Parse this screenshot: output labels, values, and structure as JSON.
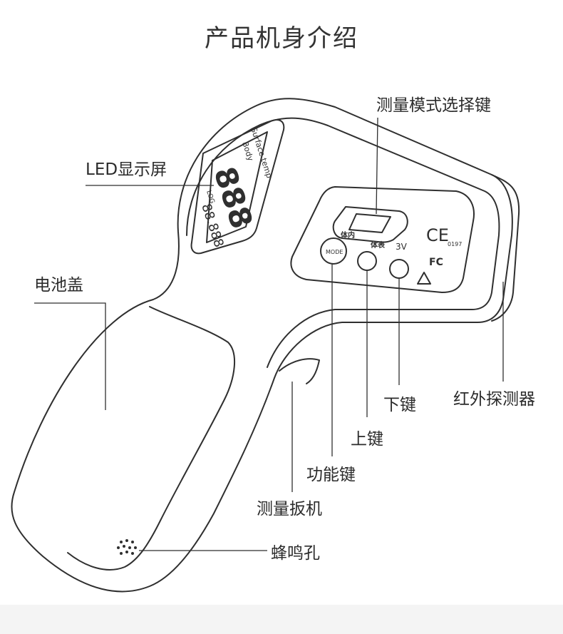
{
  "title": "产品机身介绍",
  "labels": {
    "mode_select": "测量模式选择键",
    "led_display": "LED显示屏",
    "battery_cover": "电池盖",
    "ir_sensor": "红外探测器",
    "down_key": "下键",
    "up_key": "上键",
    "function_key": "功能键",
    "trigger": "测量扳机",
    "buzzer": "蜂鸣孔"
  },
  "device_text": {
    "lcd_surface": "Surface temp",
    "lcd_body": "Body",
    "lcd_digits_main": "888",
    "lcd_log": "LOG",
    "lcd_digits_small": "88.888",
    "ce_mark": "CE",
    "ce_number": "0197",
    "mode_body": "体内",
    "mode_surface": "体表",
    "mode_button": "MODE",
    "voltage": "3V",
    "fc_mark": "FC"
  },
  "colors": {
    "line": "#2f2f2f",
    "text": "#2b2b2b",
    "shade": "#f4f4f4"
  }
}
